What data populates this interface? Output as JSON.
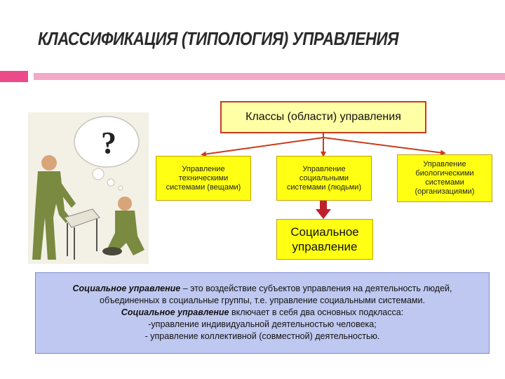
{
  "title": "КЛАССИФИКАЦИЯ (ТИПОЛОГИЯ) УПРАВЛЕНИЯ",
  "diagram": {
    "root": "Классы (области) управления",
    "categories": [
      "Управление техническими системами (вещами)",
      "Управление социальными системами (людьми)",
      "Управление биологическими системами (организациями)"
    ],
    "social": "Социальное управление"
  },
  "definition": {
    "term1": "Социальное управление",
    "text1": " – это воздействие субъектов управления на деятельность людей, объединенных в социальные группы, т.е. управление социальными системами.",
    "term2": "Социальное управление",
    "text2": " включает в себя два основных подкласса:",
    "item1": "-управление индивидуальной деятельностью человека;",
    "item2": "- управление коллективной (совместной) деятельностью."
  },
  "illustration": {
    "thought_symbol": "?"
  },
  "colors": {
    "accent": "#ec4b8a",
    "accent_light": "#f4a9c8",
    "box_yellow": "#ffff14",
    "arrow_red": "#c93c1e",
    "definition_bg": "#bfc8f0"
  }
}
